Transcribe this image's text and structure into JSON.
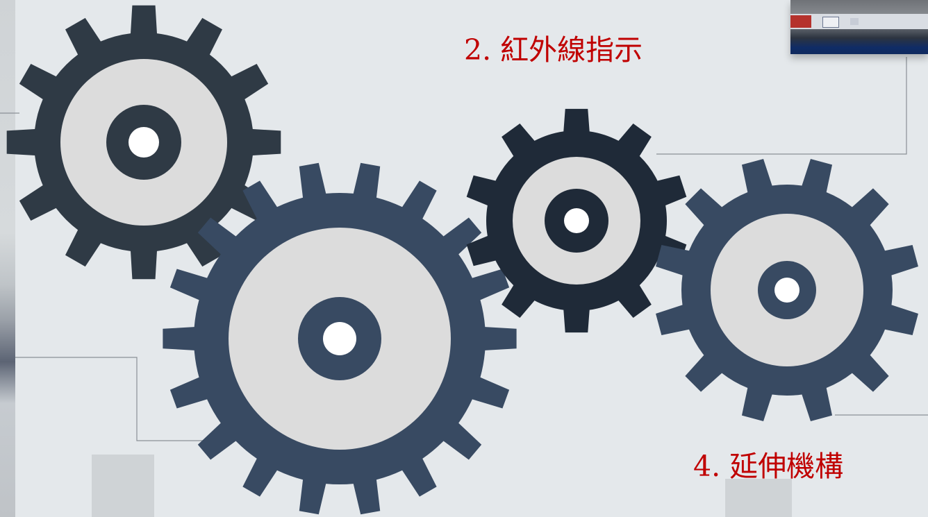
{
  "labels": {
    "infrared": "2. 紅外線指示",
    "extension": "4. 延伸機構"
  },
  "colors": {
    "background": "#e4e8eb",
    "label_red": "#c00000",
    "gear_dark": "#2f3a45",
    "gear_navy": "#384a62",
    "gear_darkest": "#1f2a38",
    "gear_fill": "#dcdcdc",
    "connector_line": "#8a9096",
    "block_grey": "#cfd3d6"
  },
  "icons": [
    "gear-icon",
    "photo-thumbnail"
  ]
}
